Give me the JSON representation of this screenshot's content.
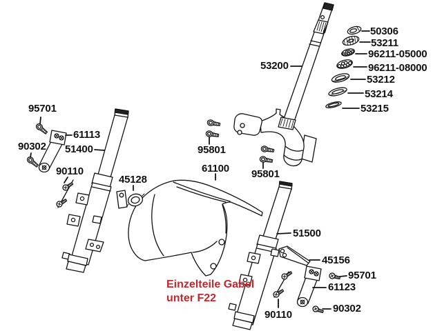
{
  "diagram": {
    "note": {
      "line1": "Einzelteile Gabel",
      "line2": "unter F22"
    },
    "colors": {
      "line_black": "#111111",
      "note_red": "#c5262c",
      "background": "#ffffff"
    },
    "labels": [
      "95701",
      "61113",
      "90302",
      "51400",
      "90110",
      "45128",
      "53200",
      "50306",
      "53211",
      "96211-05000",
      "96211-08000",
      "53212",
      "53214",
      "53215",
      "95801",
      "61100",
      "95801",
      "51500",
      "45156",
      "95701",
      "61123",
      "90302",
      "90110"
    ]
  }
}
